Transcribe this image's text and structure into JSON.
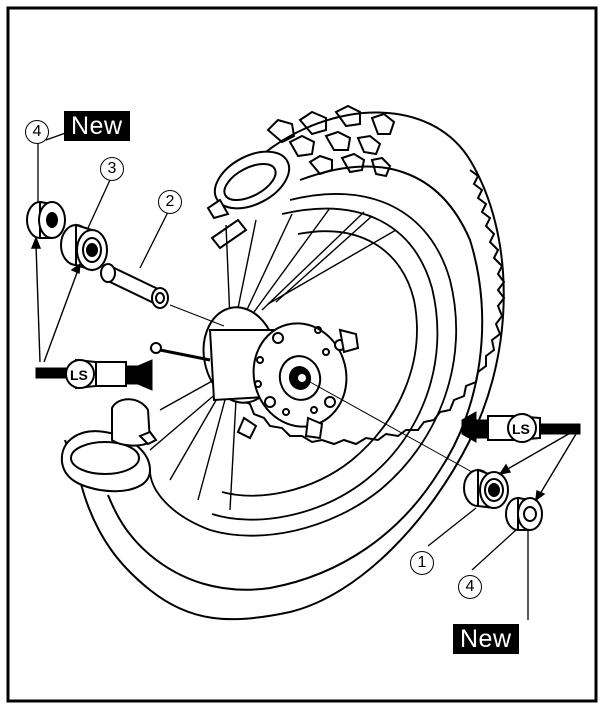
{
  "labels": {
    "new_top": "New",
    "new_bottom": "New",
    "callout_1": "1",
    "callout_2": "2",
    "callout_3": "3",
    "callout_4_top": "4",
    "callout_4_bottom": "4",
    "grease_left": "LS",
    "grease_right": "LS"
  },
  "colors": {
    "line": "#000000",
    "background": "#ffffff",
    "badge": "#000000",
    "badge_text": "#ffffff"
  },
  "icons": [
    "grease-gun-icon"
  ]
}
